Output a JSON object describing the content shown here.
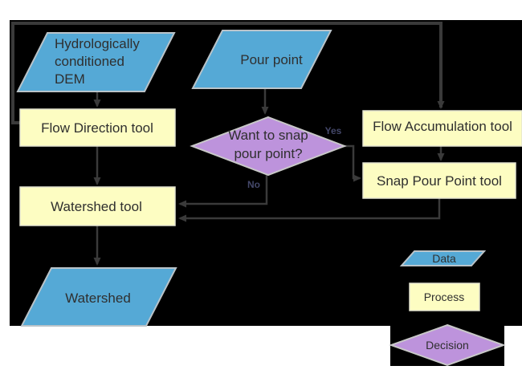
{
  "flowchart": {
    "nodes": {
      "dem": {
        "lines": [
          "Hydrologically",
          "conditioned",
          "DEM"
        ],
        "shape": "data"
      },
      "pour_point": {
        "label": "Pour point",
        "shape": "data"
      },
      "flow_direction": {
        "label": "Flow Direction tool",
        "shape": "process"
      },
      "flow_accumulation": {
        "label": "Flow Accumulation tool",
        "shape": "process"
      },
      "snap_pour_point": {
        "label": "Snap Pour Point tool",
        "shape": "process"
      },
      "snap_decision": {
        "lines": [
          "Want to snap",
          "pour point?"
        ],
        "shape": "decision"
      },
      "watershed_tool": {
        "label": "Watershed tool",
        "shape": "process"
      },
      "watershed": {
        "label": "Watershed",
        "shape": "data"
      }
    },
    "edge_labels": {
      "yes": "Yes",
      "no": "No"
    },
    "legend": [
      {
        "label": "Data",
        "shape": "data"
      },
      {
        "label": "Process",
        "shape": "process"
      },
      {
        "label": "Decision",
        "shape": "decision"
      }
    ],
    "colors": {
      "page_background": "#ffffff",
      "canvas_background": "#000000",
      "data_fill": "#55a9d6",
      "process_fill": "#fdfdc2",
      "decision_fill": "#bd93dc",
      "data_stroke": "#b9c3c9",
      "process_stroke": "#e3e3cf",
      "decision_stroke": "#c8c8c8",
      "connector": "#3a3a3a",
      "node_text": "#2f2f2f",
      "edge_label_text": "#44486a"
    }
  }
}
